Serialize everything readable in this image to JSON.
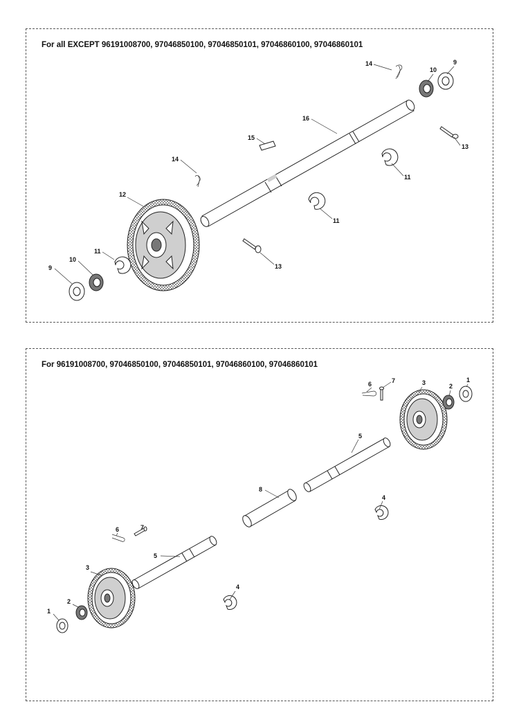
{
  "top_panel": {
    "title": "For all EXCEPT 96191008700, 97046850100, 97046850101, 97046860100, 97046860101",
    "callouts": {
      "c14a": "14",
      "c10a": "10",
      "c9a": "9",
      "c16": "16",
      "c15": "15",
      "c14b": "14",
      "c13a": "13",
      "c11a": "11",
      "c12": "12",
      "c11b": "11",
      "c11c": "11",
      "c10b": "10",
      "c9b": "9",
      "c13b": "13"
    }
  },
  "bottom_panel": {
    "title": "For 96191008700, 97046850100, 97046850101, 97046860100, 97046860101",
    "callouts": {
      "c6a": "6",
      "c7a": "7",
      "c3a": "3",
      "c2a": "2",
      "c1a": "1",
      "c5a": "5",
      "c8": "8",
      "c4a": "4",
      "c6b": "6",
      "c7b": "7",
      "c5b": "5",
      "c3b": "3",
      "c4b": "4",
      "c2b": "2",
      "c1b": "1"
    }
  }
}
